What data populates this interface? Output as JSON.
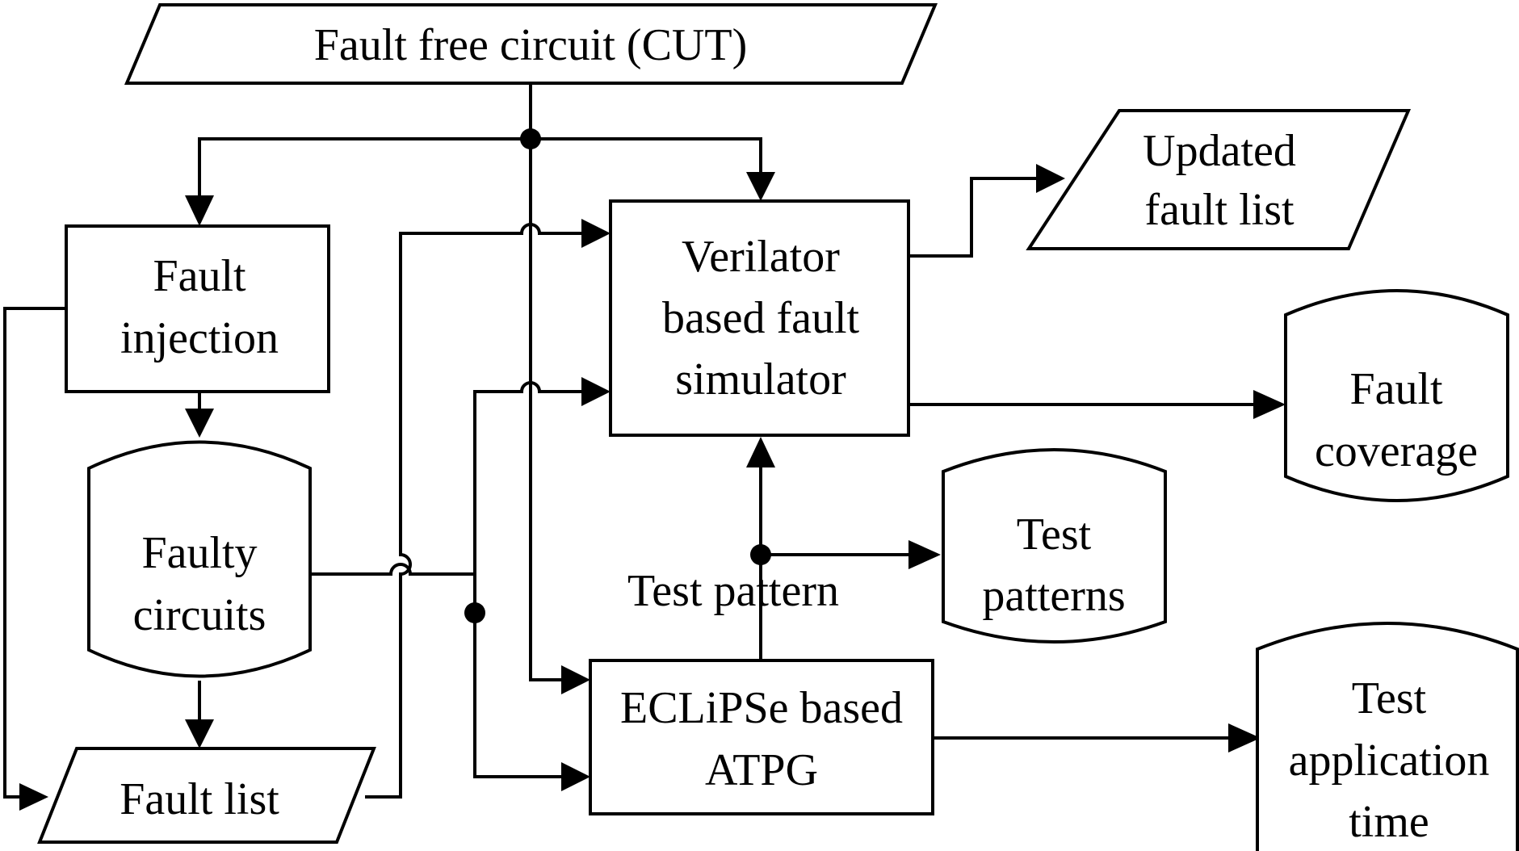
{
  "nodes": {
    "cut": {
      "lines": [
        "Fault free circuit (CUT)"
      ]
    },
    "fault_injection": {
      "lines": [
        "Fault",
        "injection"
      ]
    },
    "faulty_circuits": {
      "lines": [
        "Faulty",
        "circuits"
      ]
    },
    "fault_list": {
      "lines": [
        "Fault list"
      ]
    },
    "simulator": {
      "lines": [
        "Verilator",
        "based fault",
        "simulator"
      ]
    },
    "atpg": {
      "lines": [
        "ECLiPSe based",
        "ATPG"
      ]
    },
    "updated_fault_list": {
      "lines": [
        "Updated",
        "fault list"
      ]
    },
    "fault_coverage": {
      "lines": [
        "Fault",
        "coverage"
      ]
    },
    "test_patterns": {
      "lines": [
        "Test",
        "patterns"
      ]
    },
    "test_application_time": {
      "lines": [
        "Test",
        "application",
        "time"
      ]
    }
  },
  "edge_labels": {
    "test_pattern": "Test pattern"
  },
  "colors": {
    "stroke": "#000000",
    "background": "#ffffff"
  }
}
